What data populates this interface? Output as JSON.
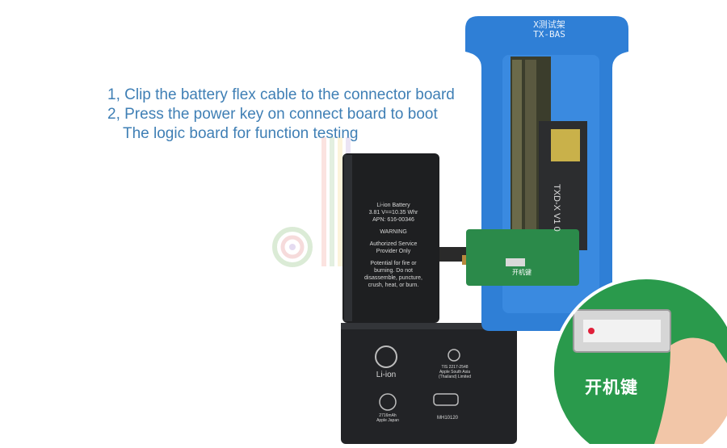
{
  "instructions": {
    "step1": "1, Clip the battery flex cable to the connector board",
    "step2": "2, Press the power key on connect board to boot",
    "step2_cont": "The logic board  for function testing"
  },
  "jig": {
    "title_line1": "X测试架",
    "title_line2": "TX-BAS",
    "board_label": "TXD-X V1 0",
    "pcb_key_label": "开机键",
    "color": "#2f7fd6"
  },
  "battery": {
    "label_lines": [
      "Li-ion Battery",
      "3.81 V==10.35 Whr",
      "APN: 616-00346",
      "WARNING",
      "Authorized Service",
      "Provider Only",
      "Potential for fire or",
      "burning. Do not",
      "disassemble, puncture,",
      "crush, heat, or burn."
    ],
    "recycle_label": "Li-ion",
    "cert_lines": [
      "TIS 2217-2548",
      "Apple South Asia",
      "(Thailand) Limited"
    ],
    "pse_lines": [
      "2716mAh",
      "Apple Japan"
    ],
    "model": "MH10120"
  },
  "zoom": {
    "key_label": "开机键"
  }
}
